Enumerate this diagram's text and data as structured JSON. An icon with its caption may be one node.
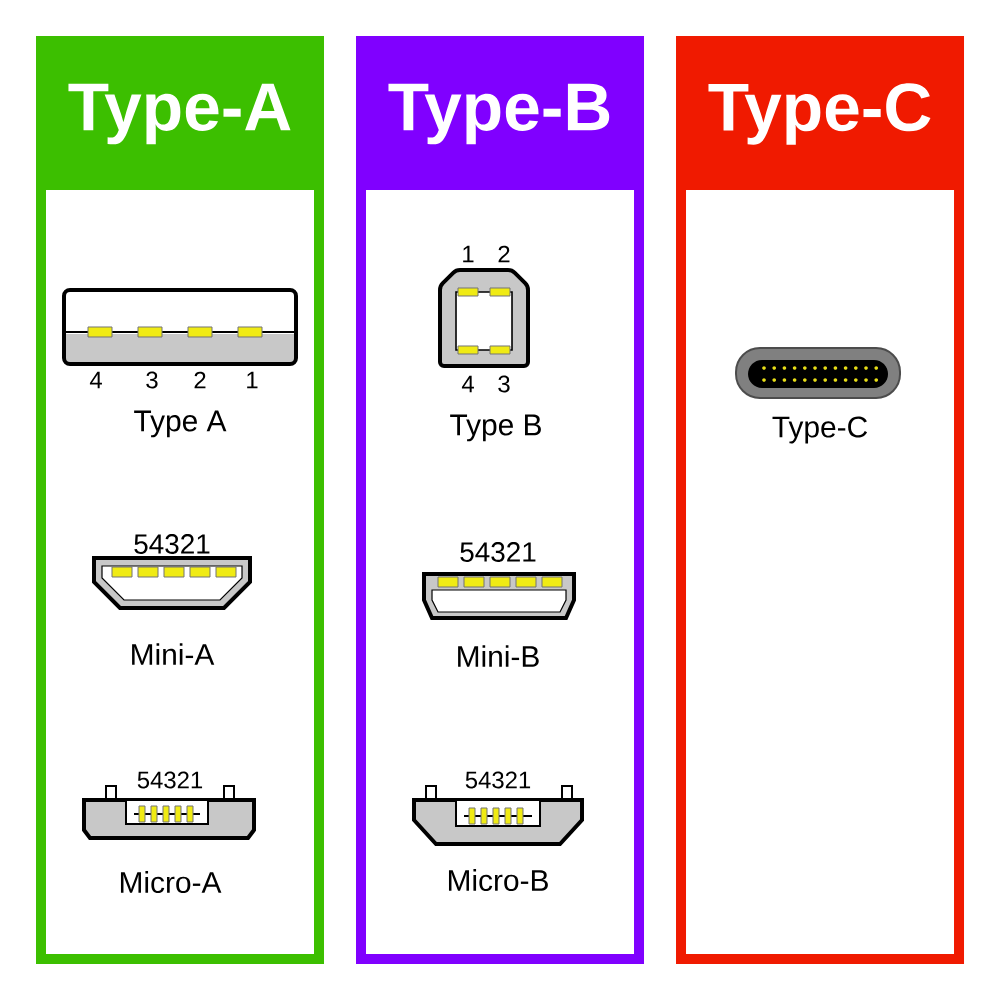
{
  "diagram": {
    "nodes": [
      {
        "text": [
          "Type-A"
        ]
      },
      {
        "text": [
          "Type A"
        ],
        "in": 0,
        "beside": [
          "4",
          "3",
          "2",
          "1"
        ]
      },
      {
        "text": [
          "Mini-A"
        ],
        "in": 0,
        "beside": [
          "54321"
        ]
      },
      {
        "text": [
          "Micro-A"
        ],
        "in": 0,
        "beside": [
          "54321"
        ]
      },
      {
        "text": [
          "Type-B"
        ]
      },
      {
        "text": [
          "Type B"
        ],
        "in": 4,
        "beside": [
          "1",
          "2",
          "4",
          "3"
        ]
      },
      {
        "text": [
          "Mini-B"
        ],
        "in": 4,
        "beside": [
          "54321"
        ]
      },
      {
        "text": [
          "Micro-B"
        ],
        "in": 4,
        "beside": [
          "54321"
        ]
      },
      {
        "text": [
          "Type-C"
        ]
      },
      {
        "text": [
          "Type-C"
        ],
        "in": 8
      }
    ]
  }
}
